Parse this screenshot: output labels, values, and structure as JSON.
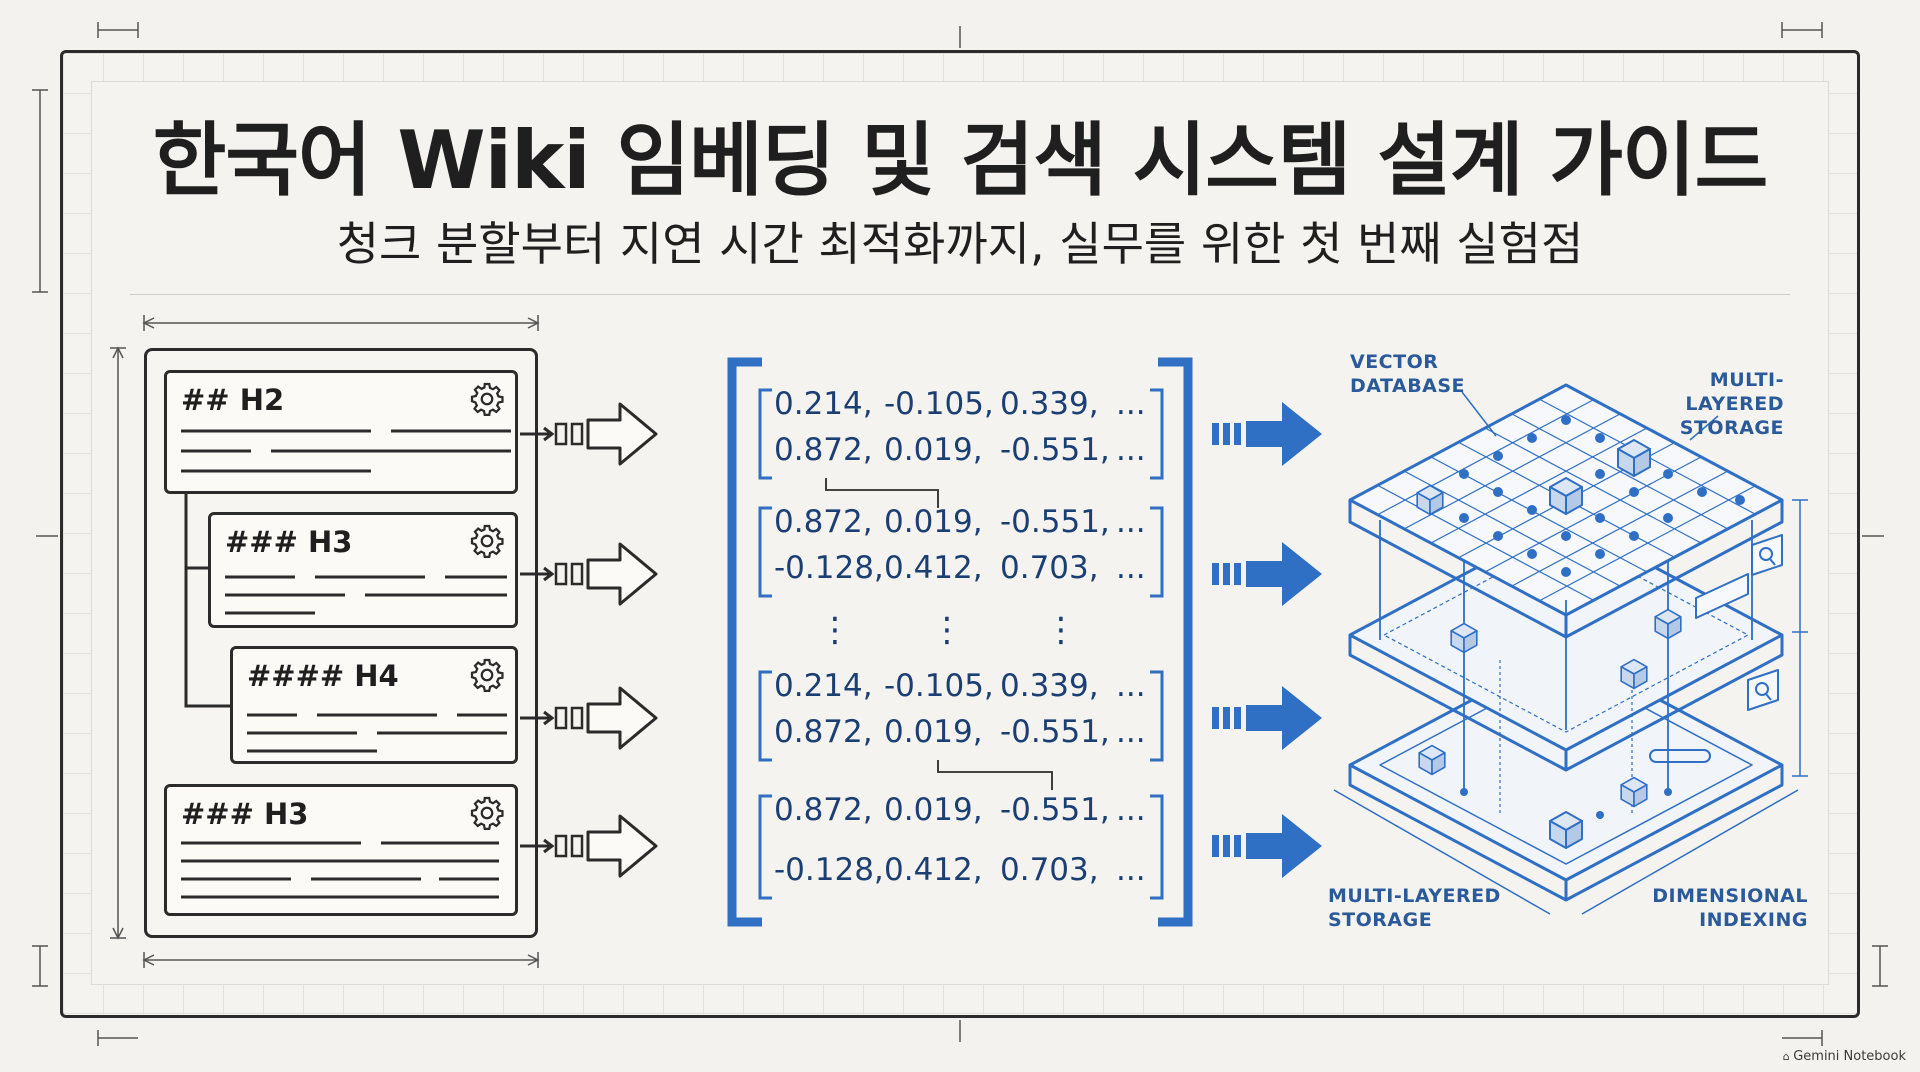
{
  "title": "한국어 Wiki 임베딩 및 검색 시스템 설계 가이드",
  "subtitle": "청크 분할부터 지연 시간 최적화까지, 실무를 위한 첫 번째 실험점",
  "chunks": [
    {
      "heading": "## H2"
    },
    {
      "heading": "### H3"
    },
    {
      "heading": "#### H4"
    },
    {
      "heading": "### H3"
    }
  ],
  "matrix": {
    "groups": [
      {
        "rows": [
          [
            "0.214,",
            "-0.105,",
            "0.339,",
            "..."
          ],
          [
            "0.872,",
            "0.019,",
            "-0.551,",
            "..."
          ]
        ]
      },
      {
        "rows": [
          [
            "0.872,",
            "0.019,",
            "-0.551,",
            "..."
          ],
          [
            "-0.128,",
            "0.412,",
            "0.703,",
            "..."
          ]
        ]
      },
      {
        "rows": [
          [
            "0.214,",
            "-0.105,",
            "0.339,",
            "..."
          ],
          [
            "0.872,",
            "0.019,",
            "-0.551,",
            "..."
          ]
        ]
      },
      {
        "rows": [
          [
            "0.872,",
            "0.019,",
            "-0.551,",
            "..."
          ],
          [
            "-0.128,",
            "0.412,",
            "0.703,",
            "..."
          ]
        ]
      }
    ],
    "ellipsis": [
      "⋮",
      "⋮",
      "⋮"
    ]
  },
  "labels": {
    "vector_database_1": "VECTOR",
    "vector_database_2": "DATABASE",
    "multi_layered_top_1": "MULTI-LAYERED",
    "multi_layered_top_2": "STORAGE",
    "multi_layered_bottom_1": "MULTI-LAYERED",
    "multi_layered_bottom_2": "STORAGE",
    "dimensional_1": "DIMENSIONAL",
    "dimensional_2": "INDEXING"
  },
  "brand": "Gemini Notebook",
  "colors": {
    "accent": "#2f6fc4",
    "ink": "#2b2b2b",
    "vector_text": "#1c3f73",
    "background": "#f3f2ee"
  }
}
